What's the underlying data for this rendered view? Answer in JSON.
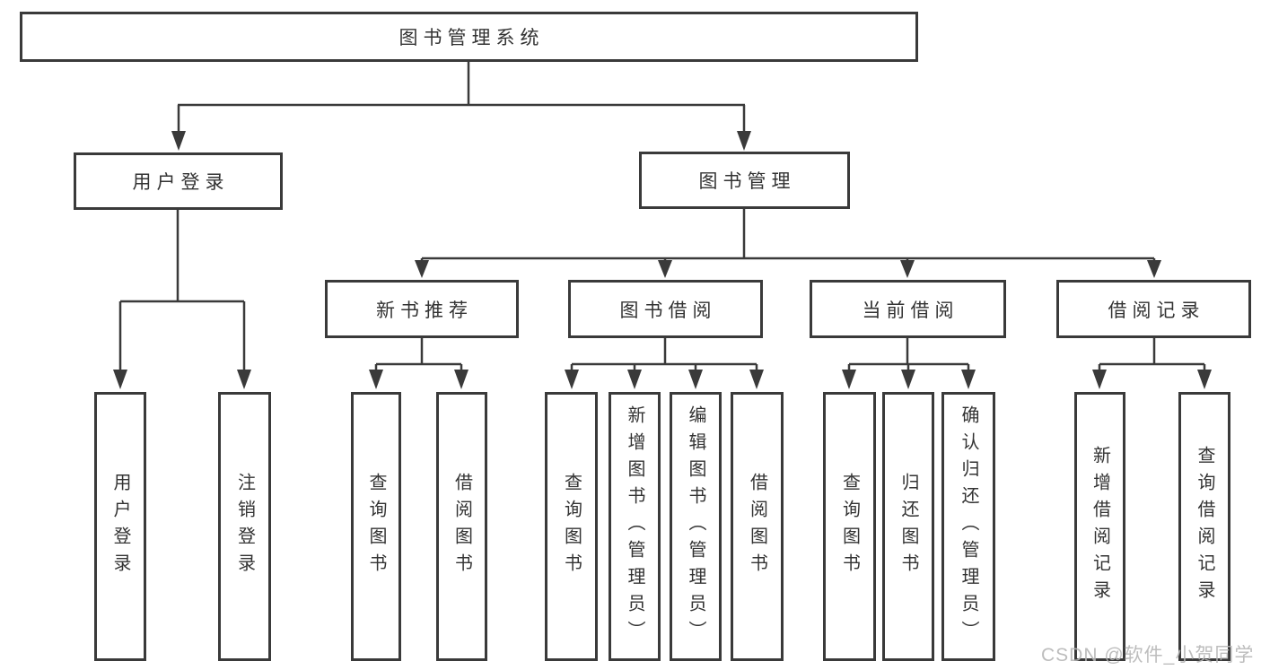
{
  "diagram": {
    "title": "图书管理系统",
    "tree": {
      "root": "图书管理系统",
      "branches": [
        {
          "label": "用户登录",
          "leaves": [
            "用户登录",
            "注销登录"
          ]
        },
        {
          "label": "图书管理",
          "groups": [
            {
              "label": "新书推荐",
              "leaves": [
                "查询图书",
                "借阅图书"
              ]
            },
            {
              "label": "图书借阅",
              "leaves": [
                "查询图书",
                "新增图书（管理员）",
                "编辑图书（管理员）",
                "借阅图书"
              ]
            },
            {
              "label": "当前借阅",
              "leaves": [
                "查询图书",
                "归还图书",
                "确认归还（管理员）"
              ]
            },
            {
              "label": "借阅记录",
              "leaves": [
                "新增借阅记录",
                "查询借阅记录"
              ]
            }
          ]
        }
      ]
    },
    "colors": {
      "line": "#3a3a3a",
      "box_border": "#3a3a3a",
      "text": "#333333",
      "background": "#ffffff",
      "watermark_text_color": "#b6b6b6"
    },
    "watermark": {
      "text": "CSDN @软件_小贺同学"
    }
  }
}
